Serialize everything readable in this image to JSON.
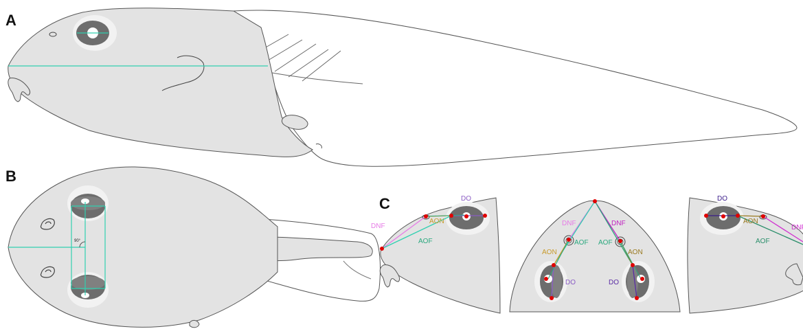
{
  "panels": {
    "a": {
      "letter": "A"
    },
    "b": {
      "letter": "B",
      "angle_label": "90°"
    },
    "c": {
      "letter": "C"
    }
  },
  "labels": {
    "do": "DO",
    "dnf": "DNF",
    "aon": "AON",
    "aof": "AOF"
  },
  "colors": {
    "body": "#e3e3e3",
    "eye": "#6d6d6d",
    "eye_halo": "#f2f2f2",
    "outline": "#555555",
    "cyan": "#30d0b0",
    "do": "#8a5cc4",
    "dnf": "#e67ae6",
    "aon": "#c89a2a",
    "aof": "#2aa87e",
    "landmark": "#e00000"
  }
}
